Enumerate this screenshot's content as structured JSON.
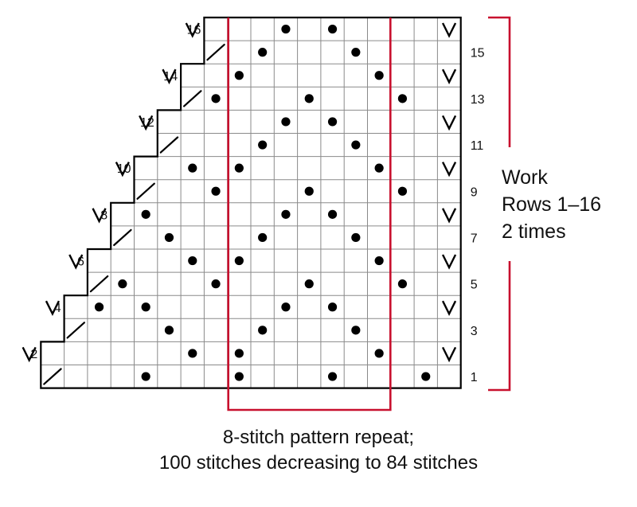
{
  "chart": {
    "columns": 19,
    "rows": 16,
    "grid_color": "#8a8a8a",
    "outline_color": "#000000",
    "repeat_box_color": "#c8102e",
    "bracket_color": "#c8102e",
    "row_start_columns": [
      1,
      1,
      2,
      2,
      3,
      3,
      4,
      4,
      5,
      5,
      6,
      6,
      7,
      7,
      8,
      8
    ],
    "symbols": {
      "purl": "dot-icon",
      "slip": "v-slip-icon",
      "decrease": "slash-decrease-icon"
    },
    "cells": {
      "1": {
        "decrease": [
          1
        ],
        "purl": [
          5,
          9,
          13,
          17
        ]
      },
      "2": {
        "slip": [
          0,
          18
        ],
        "purl": [
          7,
          9,
          15
        ]
      },
      "3": {
        "decrease": [
          2
        ],
        "purl": [
          6,
          10,
          14
        ]
      },
      "4": {
        "slip": [
          1,
          18
        ],
        "purl": [
          3,
          5,
          11,
          13
        ]
      },
      "5": {
        "decrease": [
          3
        ],
        "purl": [
          4,
          8,
          12,
          16
        ]
      },
      "6": {
        "slip": [
          2,
          18
        ],
        "purl": [
          7,
          9,
          15
        ]
      },
      "7": {
        "decrease": [
          4
        ],
        "purl": [
          6,
          10,
          14
        ]
      },
      "8": {
        "slip": [
          3,
          18
        ],
        "purl": [
          5,
          11,
          13
        ]
      },
      "9": {
        "decrease": [
          5
        ],
        "purl": [
          8,
          12,
          16
        ]
      },
      "10": {
        "slip": [
          4,
          18
        ],
        "purl": [
          7,
          9,
          15
        ]
      },
      "11": {
        "decrease": [
          6
        ],
        "purl": [
          10,
          14
        ]
      },
      "12": {
        "slip": [
          5,
          18
        ],
        "purl": [
          11,
          13
        ]
      },
      "13": {
        "decrease": [
          7
        ],
        "purl": [
          8,
          12,
          16
        ]
      },
      "14": {
        "slip": [
          6,
          18
        ],
        "purl": [
          9,
          15
        ]
      },
      "15": {
        "decrease": [
          8
        ],
        "purl": [
          10,
          14
        ]
      },
      "16": {
        "slip": [
          7,
          18
        ],
        "purl": [
          11,
          13
        ]
      }
    },
    "repeat_columns": [
      9,
      16
    ],
    "left_row_labels": [
      "2",
      "4",
      "6",
      "8",
      "10",
      "12",
      "14",
      "16"
    ],
    "right_row_labels": [
      "1",
      "3",
      "5",
      "7",
      "9",
      "11",
      "13",
      "15"
    ]
  },
  "side_note": {
    "line1": "Work",
    "line2": "Rows 1–16",
    "line3": "2 times"
  },
  "caption": {
    "line1": "8-stitch pattern repeat;",
    "line2": "100 stitches decreasing to 84 stitches"
  }
}
